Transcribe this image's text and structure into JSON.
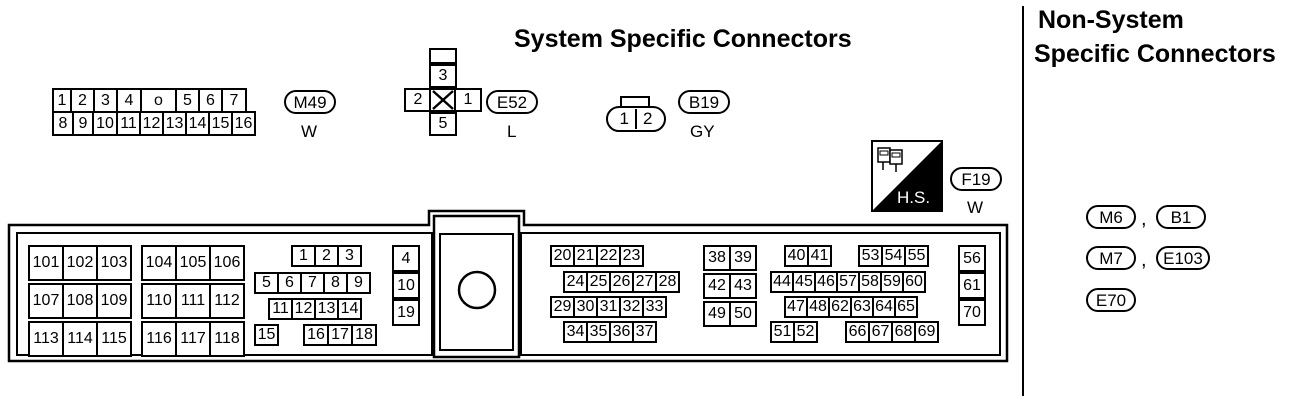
{
  "headings": {
    "system": "System Specific Connectors",
    "non_system_line1": "Non-System",
    "non_system_line2": "Specific Connectors"
  },
  "connectors": {
    "m49": {
      "id": "M49",
      "color": "W",
      "row1": [
        "1",
        "2",
        "3",
        "4",
        "",
        "5",
        "6",
        "7"
      ],
      "row2": [
        "8",
        "9",
        "10",
        "11",
        "12",
        "13",
        "14",
        "15",
        "16"
      ],
      "key_symbol": "o"
    },
    "e52": {
      "id": "E52",
      "color": "L",
      "top": "3",
      "left": "2",
      "right": "1",
      "bottom": "5"
    },
    "b19": {
      "id": "B19",
      "color": "GY",
      "pins": [
        "1",
        "2"
      ]
    },
    "f19": {
      "id": "F19",
      "color": "W",
      "badge": "H.S."
    },
    "ecm": {
      "block1": [
        [
          "101",
          "102",
          "103"
        ],
        [
          "107",
          "108",
          "109"
        ],
        [
          "113",
          "114",
          "115"
        ]
      ],
      "block2": [
        [
          "104",
          "105",
          "106"
        ],
        [
          "110",
          "111",
          "112"
        ],
        [
          "116",
          "117",
          "118"
        ]
      ],
      "block3": {
        "r1": [
          "1",
          "2",
          "3"
        ],
        "r2": [
          "5",
          "6",
          "7",
          "8",
          "9"
        ],
        "r3": [
          "11",
          "12",
          "13",
          "14"
        ],
        "r4a": [
          "15"
        ],
        "r4b": [
          "16",
          "17",
          "18"
        ]
      },
      "block4": [
        "4",
        "10",
        "19"
      ],
      "block5": {
        "r1": [
          "20",
          "21",
          "22",
          "23"
        ],
        "r2": [
          "24",
          "25",
          "26",
          "27",
          "28"
        ],
        "r3": [
          "29",
          "30",
          "31",
          "32",
          "33"
        ],
        "r4": [
          "34",
          "35",
          "36",
          "37"
        ]
      },
      "block6": [
        [
          "38",
          "39"
        ],
        [
          "42",
          "43"
        ],
        [
          "49",
          "50"
        ]
      ],
      "block7": {
        "r1a": [
          "40",
          "41"
        ],
        "r1b": [
          "53",
          "54",
          "55"
        ],
        "r2": [
          "44",
          "45",
          "46",
          "57",
          "58",
          "59",
          "60"
        ],
        "r3": [
          "47",
          "48",
          "62",
          "63",
          "64",
          "65"
        ],
        "r4a": [
          "51",
          "52"
        ],
        "r4b": [
          "66",
          "67",
          "68",
          "69"
        ]
      },
      "block8": [
        "56",
        "61",
        "70"
      ]
    },
    "non_system": {
      "row1": [
        "M6",
        "B1"
      ],
      "row2": [
        "M7",
        "E103"
      ],
      "row3": [
        "E70"
      ],
      "separator": ","
    }
  }
}
